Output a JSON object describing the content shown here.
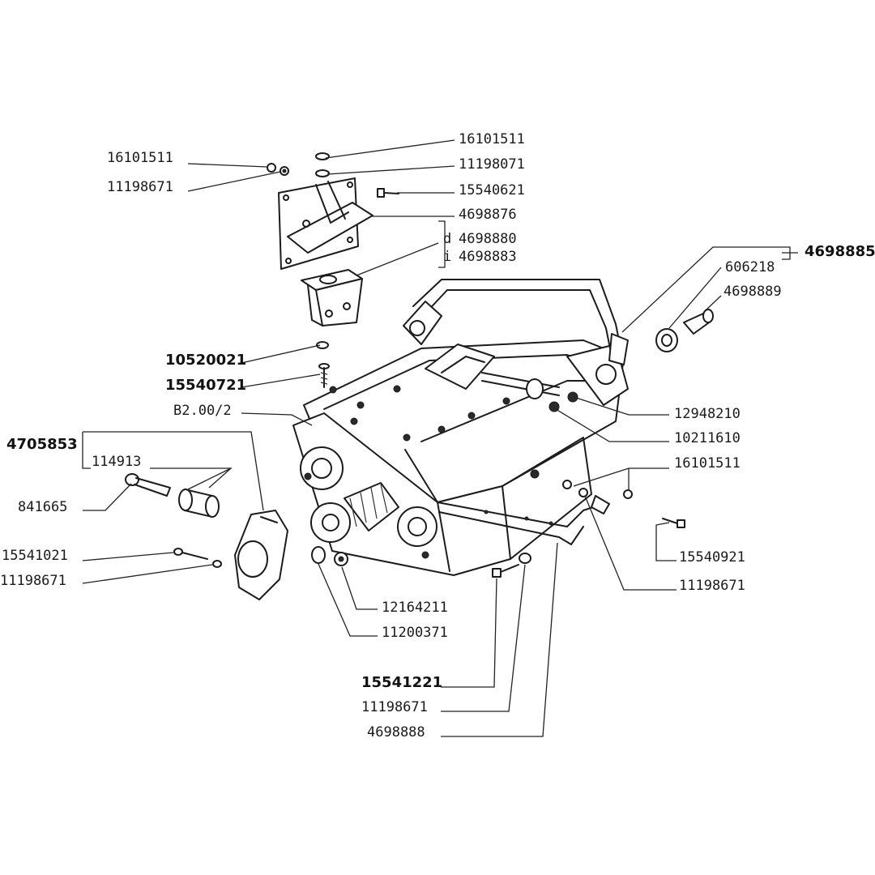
{
  "callouts": {
    "nut_top_left": "16101511",
    "washer_top_left": "11198671",
    "nut_top_right": "16101511",
    "washer_top_right": "11198071",
    "screw_top": "15540621",
    "bracket": "4698876",
    "support_d_prefix": "d",
    "support_d": "4698880",
    "support_i_prefix": "i",
    "support_i": "4698883",
    "assembly_right": "4698885",
    "bushing": "606218",
    "pin": "4698889",
    "washer_mid": "10520021",
    "washer_mid_dot": ".",
    "screw_mid": "15540721",
    "gearbox_ref": "B2.00/2",
    "bolt_right": "12948210",
    "nut_right": "10211610",
    "assembly_left": "4705853",
    "silentbloc": "114913",
    "bolt_left": "841665",
    "nut_right_lower": "16101511",
    "screw_left": "15541021",
    "washer_left": "11198671",
    "screw_right_lower": "15540921",
    "washer_right_lower": "11198671",
    "plug": "12164211",
    "gasket": "11200371",
    "screw_bottom": "15541221",
    "washer_bottom": "11198671",
    "crossmember": "4698888"
  }
}
